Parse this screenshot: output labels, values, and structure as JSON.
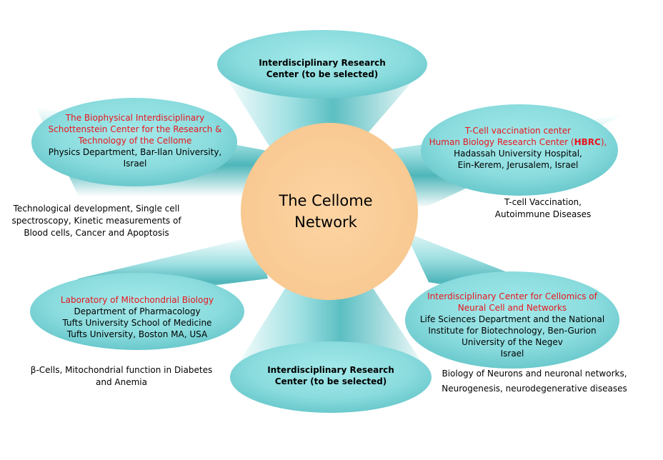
{
  "center": {
    "line1": "The Cellome",
    "line2": "Network"
  },
  "top": {
    "line1": "Interdisciplinary Research",
    "line2": "Center (to be selected)"
  },
  "bottom": {
    "line1": "Interdisciplinary Research",
    "line2": "Center (to be selected)"
  },
  "top_left": {
    "title1": "The Biophysical Interdisciplinary",
    "title2": "Schottenstein Center for the Research &",
    "title3": "Technology of the Cellome",
    "line1": "Physics Department, Bar-Ilan University,",
    "line2": "Israel",
    "desc1": "Technological development, Single cell",
    "desc2": "spectroscopy, Kinetic measurements of",
    "desc3": "Blood cells, Cancer and Apoptosis"
  },
  "top_right": {
    "title1": "T-Cell vaccination center",
    "title2_pre": "Human Biology Research Center (",
    "title2_abbr": "HBRC",
    "title2_post": "),",
    "line1": "Hadassah University Hospital,",
    "line2": "Ein-Kerem, Jerusalem, Israel",
    "desc1": "T-cell Vaccination,",
    "desc2": "Autoimmune Diseases"
  },
  "bottom_left": {
    "title1": "Laboratory of Mitochondrial Biology",
    "line1": "Department of Pharmacology",
    "line2": "Tufts University School of Medicine",
    "line3": "Tufts University, Boston MA, USA",
    "desc1": "β-Cells, Mitochondrial function in Diabetes",
    "desc2": "and Anemia"
  },
  "bottom_right": {
    "title1": "Interdisciplinary  Center for Cellomics of",
    "title2": "Neural Cell and Networks",
    "line1": "Life Sciences Department and the National",
    "line2": "Institute for Biotechnology,   Ben-Gurion",
    "line3": "University of the Negev",
    "line4": "Israel",
    "desc1": "Biology of Neurons and neuronal networks,",
    "desc2": "Neurogenesis, neurodegenerative diseases"
  },
  "colors": {
    "center_fill": "#fccf9a",
    "node_fill": "#87dde0",
    "title_red": "#e8161d"
  }
}
